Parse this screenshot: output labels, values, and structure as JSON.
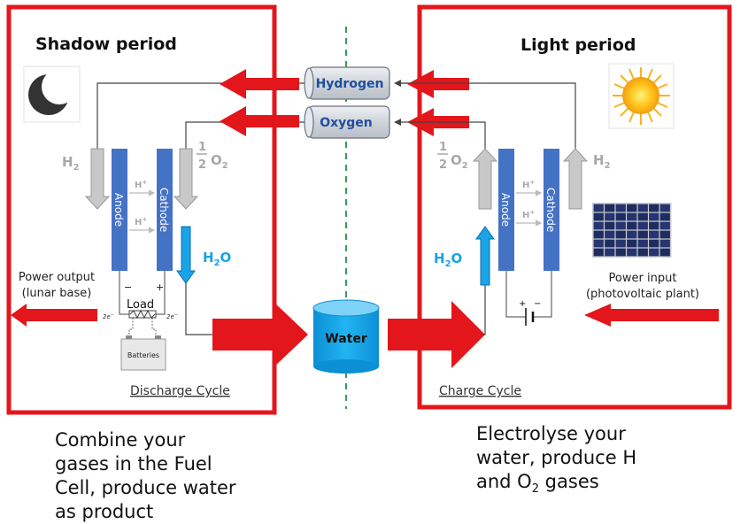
{
  "left_panel": {
    "title": "Shadow period",
    "cycle_label": "Discharge Cycle",
    "anode_label": "Anode",
    "cathode_label": "Cathode",
    "h2_label": "H",
    "o2_label": "O",
    "fraction_num": "1",
    "fraction_den": "2",
    "proton_label": "H",
    "water_label": "H",
    "power_output": [
      "Power output",
      "(lunar base)"
    ],
    "load_label": "Load",
    "batteries_label": "Batteries",
    "electron_label": "2e",
    "minus": "−",
    "plus": "+"
  },
  "right_panel": {
    "title": "Light period",
    "cycle_label": "Charge Cycle",
    "anode_label": "Anode",
    "cathode_label": "Cathode",
    "h2_label": "H",
    "o2_label": "O",
    "fraction_num": "1",
    "fraction_den": "2",
    "proton_label": "H",
    "water_label": "H",
    "power_input": [
      "Power input",
      "(photovoltaic plant)"
    ],
    "plus": "+",
    "minus": "−"
  },
  "center": {
    "hydrogen_tank": "Hydrogen",
    "oxygen_tank": "Oxygen",
    "water_tank": "Water"
  },
  "captions": {
    "left": [
      "Combine your",
      "gases in the Fuel",
      "Cell, produce water",
      "as product"
    ],
    "right_line1": "Electrolyse your",
    "right_line2": "water, produce H",
    "right_line3_pre": "and O",
    "right_line3_sub": "2",
    "right_line3_post": " gases"
  },
  "colors": {
    "frame_red": "#e3161b",
    "electrode_blue": "#4472c4",
    "tank_grey": "#d4d8de",
    "water_blue": "#1aa3e8",
    "divider_green": "#3a9a5b"
  }
}
